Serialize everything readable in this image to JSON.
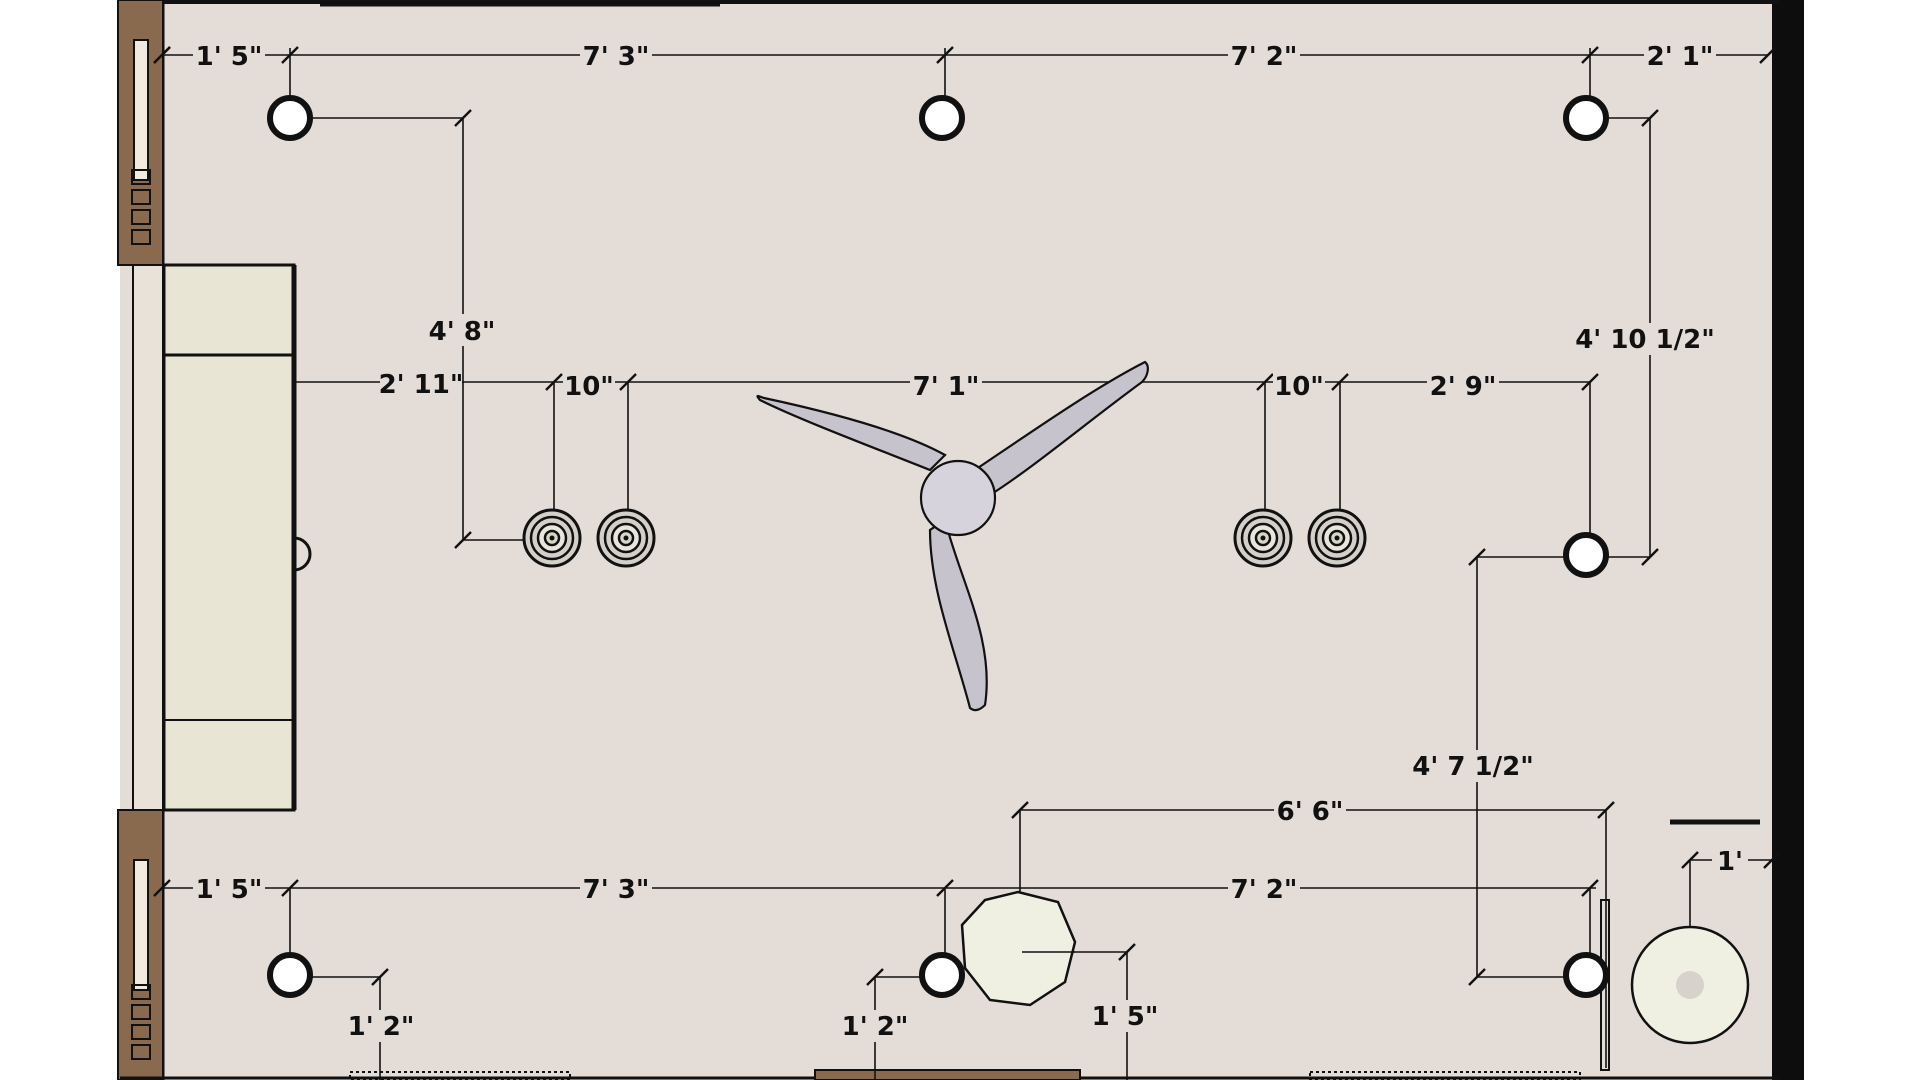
{
  "plan": {
    "type": "ceiling lighting plan",
    "colors": {
      "floor": "#e3dcd7",
      "wall": "#0d0d0d",
      "wood": "#8a6a4f",
      "cabinet": "#e8e5d4",
      "fan": "#c7c3cc",
      "fixture_fill": "#f0f0e2",
      "line": "#111111"
    },
    "icons": {
      "recessed_light": "recessed-light-icon",
      "speaker": "speaker-icon",
      "ceiling_fan": "ceiling-fan-icon",
      "pendant": "pendant-light-icon"
    },
    "dims": {
      "top_1": "1' 5\"",
      "top_2": "7' 3\"",
      "top_3": "7' 2\"",
      "top_4": "2' 1\"",
      "left_v": "4' 8\"",
      "mid_1": "2' 11\"",
      "mid_2": "10\"",
      "mid_3": "7' 1\"",
      "mid_4": "10\"",
      "mid_5": "2' 9\"",
      "right_v": "4' 10 1/2\"",
      "lower_v": "4' 7 1/2\"",
      "pendant_span": "6' 6\"",
      "bot_1": "1' 5\"",
      "bot_2": "7' 3\"",
      "bot_3": "7' 2\"",
      "bot_4": "1'",
      "offset_left": "1' 2\"",
      "offset_mid": "1' 2\"",
      "offset_pendant": "1' 5\""
    }
  }
}
